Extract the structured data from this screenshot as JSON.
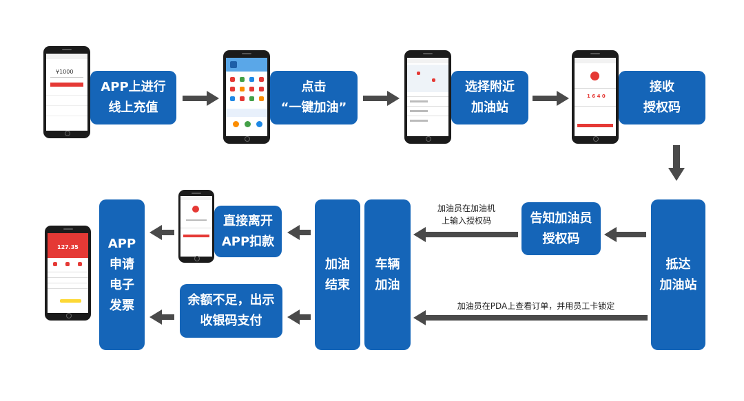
{
  "steps": {
    "recharge": "APP上进行\n线上充值",
    "one_click": "点击\n“一键加油”",
    "select_station": "选择附近\n加油站",
    "receive_code": "接收\n授权码",
    "arrive": "抵达\n加油站",
    "tell_attendant": "告知加油员\n授权码",
    "refuel": "车辆\n加油",
    "finish": "加油\n结束",
    "leave_deduct": "直接离开\nAPP扣款",
    "insufficient": "余额不足，出示\n收银码支付",
    "invoice": "APP\n申请\n电子\n发票"
  },
  "notes": {
    "upper": "加油员在加油机\n上输入授权码",
    "lower": "加油员在PDA上查看订单，并用员工卡锁定"
  },
  "phone_texts": {
    "recharge_amount": "¥1000",
    "auth_code": "1 6 4 0",
    "invoice_amount": "127.35"
  },
  "colors": {
    "box": "#1565b8",
    "arrow": "#4a4a4a",
    "app_red": "#e53935"
  }
}
